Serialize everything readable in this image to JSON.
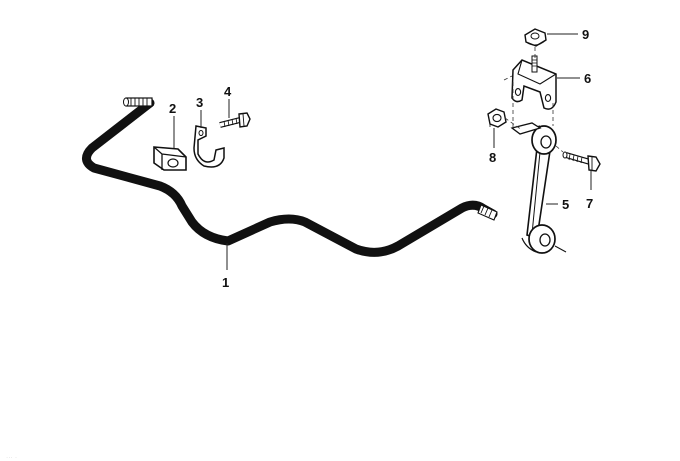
{
  "callouts": [
    {
      "id": "1",
      "label": "1"
    },
    {
      "id": "2",
      "label": "2"
    },
    {
      "id": "3",
      "label": "3"
    },
    {
      "id": "4",
      "label": "4"
    },
    {
      "id": "5",
      "label": "5"
    },
    {
      "id": "6",
      "label": "6"
    },
    {
      "id": "7",
      "label": "7"
    },
    {
      "id": "8",
      "label": "8"
    },
    {
      "id": "9",
      "label": "9"
    }
  ],
  "watermark": "... ."
}
